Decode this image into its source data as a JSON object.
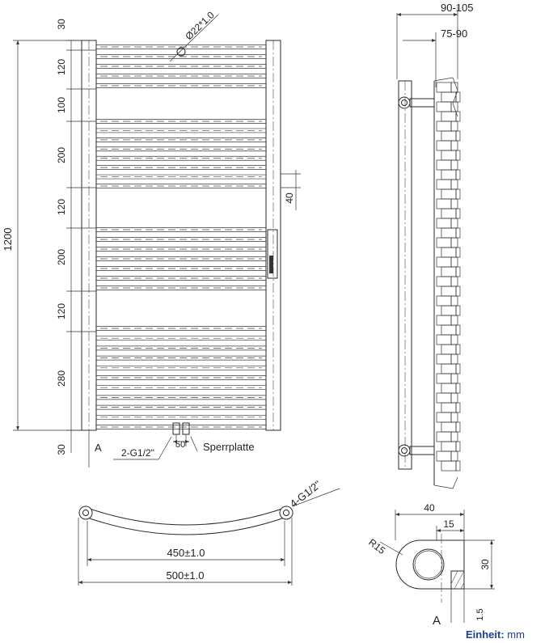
{
  "front_view": {
    "height_total": "1200",
    "spacing_labels": [
      "30",
      "120",
      "100",
      "200",
      "120",
      "200",
      "120",
      "280",
      "30"
    ],
    "offset_right": "40",
    "tube_label": "Ø22*1.0",
    "connection_label": "2-G1/2\"",
    "connection_spacing": "50",
    "valve_label": "Sperrplatte",
    "section_marker": "A"
  },
  "side_view": {
    "depth_outer": "90-105",
    "depth_inner": "75-90"
  },
  "top_view": {
    "fitting_label": "4-G1/2\"",
    "center_distance": "450±1.0",
    "total_width": "500±1.0"
  },
  "detail_a": {
    "width": "40",
    "offset": "15",
    "height": "30",
    "radius": "R15",
    "gap": "1.5",
    "marker": "A"
  },
  "units": {
    "key": "Einheit:",
    "value": "mm"
  }
}
